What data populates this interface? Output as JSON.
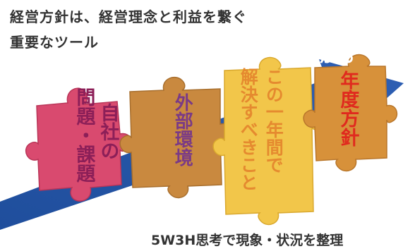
{
  "title": {
    "line1": "経営方針は、経営理念と利益を繋ぐ",
    "line2": "重要なツール"
  },
  "arrow": {
    "label": "つながる",
    "color": "#2552a3"
  },
  "pieces": [
    {
      "id": "self",
      "columns": [
        "自社の",
        "問題・課題"
      ],
      "text_color": "#8c1f58",
      "fill": "#d94a6f"
    },
    {
      "id": "external",
      "columns": [
        "外部環境"
      ],
      "text_color": "#7a3a86",
      "fill": "#c9893f"
    },
    {
      "id": "oneyear",
      "columns": [
        "この一年間で",
        "解決すべきこと"
      ],
      "text_color": "#e58a2f",
      "fill": "#f2c64a"
    },
    {
      "id": "policy",
      "columns": [
        "年度方針"
      ],
      "text_color": "#e02a1e",
      "fill": "#d7913a"
    }
  ],
  "caption": "5W3H思考で現象・状況を整理"
}
